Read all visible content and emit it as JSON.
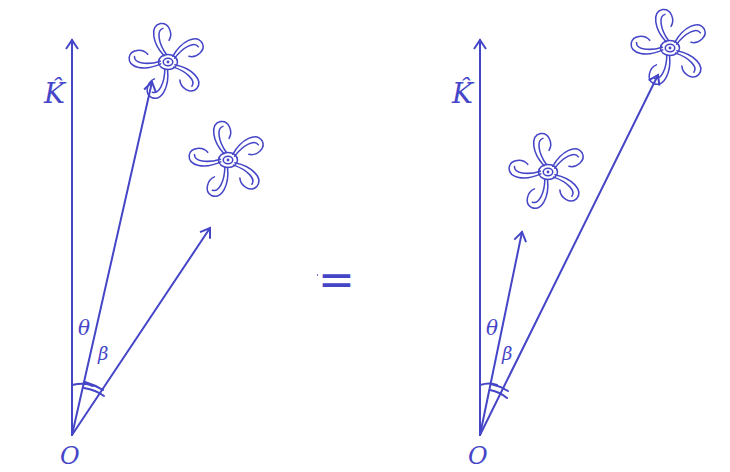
{
  "diagram": {
    "labels": [
      "K̂",
      "θ",
      "β",
      "O",
      "=",
      "K̂",
      "θ",
      "β",
      "O"
    ]
  }
}
